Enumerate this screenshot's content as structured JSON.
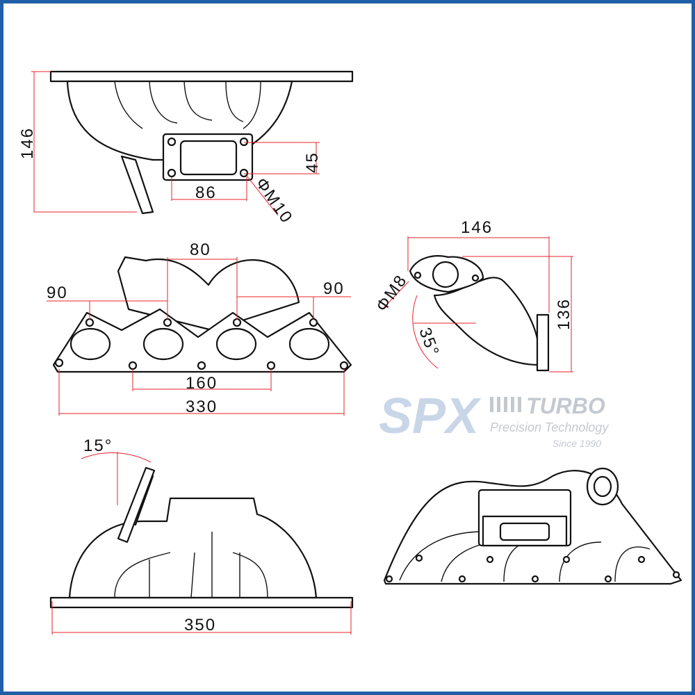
{
  "title": "Turbo exhaust manifold dimension drawing",
  "watermark": {
    "brand": "SPX",
    "sub": "TURBO",
    "tagline": "Precision Technology",
    "since": "Since 1990"
  },
  "colors": {
    "border": "#1f5fa8",
    "dimension_lines": "#e8202a"
  },
  "views": {
    "top": {
      "height": "146",
      "flange_height": "45",
      "flange_width": "86",
      "bolt": "ΦM10"
    },
    "front": {
      "center_spacing": "80",
      "left_spacing": "90",
      "right_spacing": "90",
      "bolt_spacing": "160",
      "overall_width": "330"
    },
    "side": {
      "width": "146",
      "height": "136",
      "bolt": "ΦM8",
      "angle": "35°"
    },
    "rear": {
      "angle": "15°",
      "overall_width": "350"
    }
  }
}
